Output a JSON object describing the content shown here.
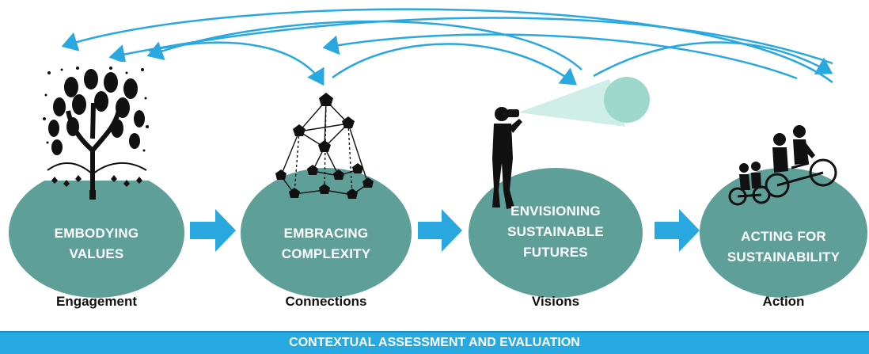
{
  "stages": [
    {
      "title_line1": "EMBODYING",
      "title_line2": "VALUES",
      "title_line3": "",
      "caption": "Engagement",
      "icon": "tree-icon"
    },
    {
      "title_line1": "EMBRACING",
      "title_line2": "COMPLEXITY",
      "title_line3": "",
      "caption": "Connections",
      "icon": "network-icon"
    },
    {
      "title_line1": "ENVISIONING",
      "title_line2": "SUSTAINABLE",
      "title_line3": "FUTURES",
      "caption": "Visions",
      "icon": "binoculars-person-icon"
    },
    {
      "title_line1": "ACTING FOR",
      "title_line2": "SUSTAINABILITY",
      "title_line3": "",
      "caption": "Action",
      "icon": "family-bicycle-icon"
    }
  ],
  "bottom_bar": {
    "label": "CONTEXTUAL ASSESSMENT AND EVALUATION"
  },
  "colors": {
    "ellipse": "#5e9f98",
    "arrow": "#29a8e0",
    "bar": "#27a9e1",
    "beam": "#cfeee7"
  }
}
